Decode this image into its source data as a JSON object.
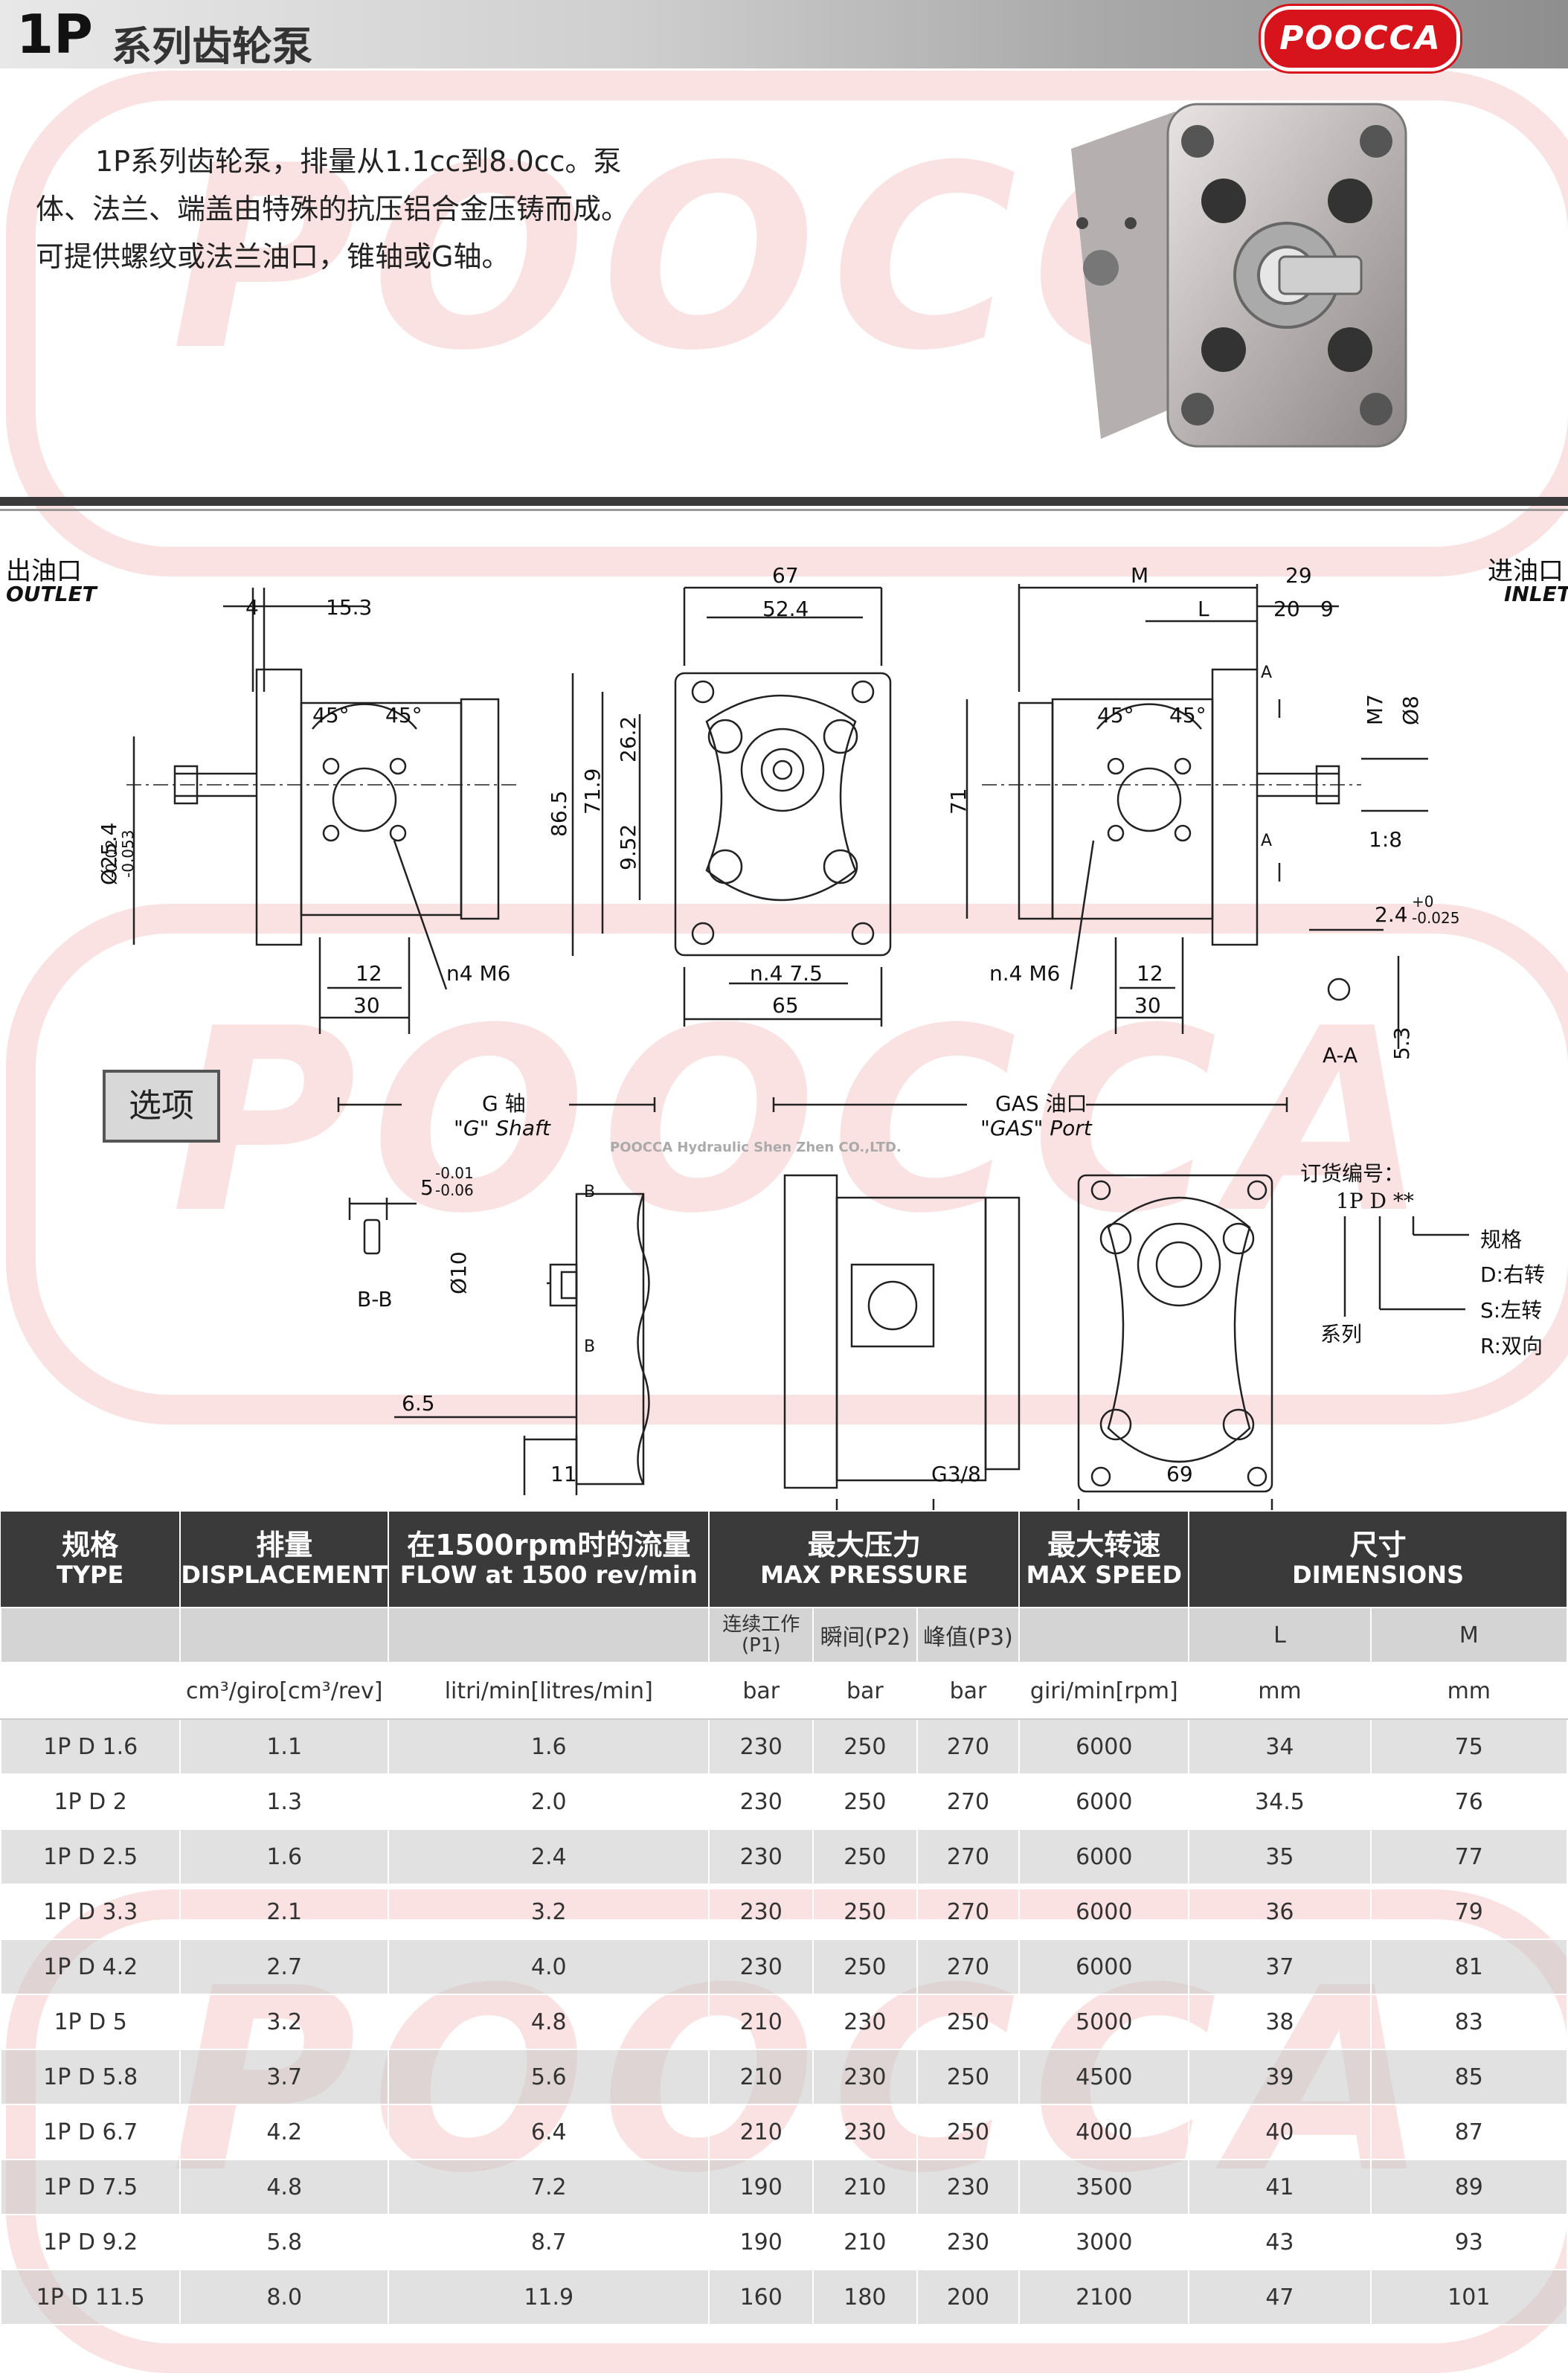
{
  "header": {
    "model": "1P",
    "title": "系列齿轮泵",
    "logo_text": "POOCCA"
  },
  "intro": {
    "lines": [
      "1P系列齿轮泵，排量从1.1cc到8.0cc。泵",
      "体、法兰、端盖由特殊的抗压铝合金压铸而成。",
      "可提供螺纹或法兰油口，锥轴或G轴。"
    ]
  },
  "drawings": {
    "outlet_cn": "出油口",
    "outlet_en": "OUTLET",
    "inlet_cn": "进油口",
    "inlet_en": "INLET",
    "dims": {
      "d4": "4",
      "d15_3": "15.3",
      "d67": "67",
      "d52_4": "52.4",
      "dM": "M",
      "dL": "L",
      "d29": "29",
      "d20": "20",
      "d9": "9",
      "d86_5": "86.5",
      "d71_9": "71.9",
      "d26_2": "26.2",
      "d9_52": "9.52",
      "d71": "71",
      "dM7": "M7",
      "dphi8": "Ø8",
      "d1_8": "1:8",
      "dA": "A",
      "d45": "45°",
      "d25_4": "Ø25.4",
      "tol25_up": "-0.02",
      "tol25_dn": "-0.053",
      "d12": "12",
      "d30": "30",
      "n4m6": "n4  M6",
      "n4_7_5": "n.4  7.5",
      "d65": "65",
      "n4m6b": "n.4  M6",
      "d2_4": "2.4",
      "tol24_up": "+0",
      "tol24_dn": "-0.025",
      "d5_3": "5.3",
      "aa": "A-A"
    },
    "options_label": "选项",
    "g_shaft_cn": "G 轴",
    "g_shaft_en": "\"G\" Shaft",
    "gas_cn": "GAS 油口",
    "gas_en": "\"GAS\" Port",
    "watermark_line": "POOCCA Hydraulic  Shen Zhen  CO.,LTD.",
    "d5": "5",
    "tol5_up": "-0.01",
    "tol5_dn": "-0.06",
    "phi10": "Ø10",
    "bb": "B-B",
    "b": "B",
    "d6_5": "6.5",
    "d11": "11",
    "g3_8": "G3/8",
    "d69": "69",
    "order": {
      "title": "订货编号：",
      "code": "1P  D  **",
      "spec": "规格",
      "right": "D:右转",
      "left": "S:左转",
      "both": "R:双向",
      "series": "系列"
    }
  },
  "table": {
    "headers": [
      {
        "cn": "规格",
        "en": "TYPE"
      },
      {
        "cn": "排量",
        "en": "DISPLACEMENT"
      },
      {
        "cn": "在1500rpm时的流量",
        "en": "FLOW at 1500 rev/min"
      },
      {
        "cn": "最大压力",
        "en": "MAX PRESSURE"
      },
      {
        "cn": "最大转速",
        "en": "MAX SPEED"
      },
      {
        "cn": "尺寸",
        "en": "DIMENSIONS"
      }
    ],
    "sub1": [
      "",
      "",
      "",
      "连续工作(P1)",
      "瞬间(P2)",
      "峰值(P3)",
      "",
      "L",
      "M"
    ],
    "sub2": [
      "",
      "cm³/giro[cm³/rev]",
      "litri/min[litres/min]",
      "bar",
      "bar",
      "bar",
      "giri/min[rpm]",
      "mm",
      "mm"
    ],
    "rows": [
      [
        "1P  D  1.6",
        "1.1",
        "1.6",
        "230",
        "250",
        "270",
        "6000",
        "34",
        "75"
      ],
      [
        "1P  D  2",
        "1.3",
        "2.0",
        "230",
        "250",
        "270",
        "6000",
        "34.5",
        "76"
      ],
      [
        "1P  D  2.5",
        "1.6",
        "2.4",
        "230",
        "250",
        "270",
        "6000",
        "35",
        "77"
      ],
      [
        "1P  D  3.3",
        "2.1",
        "3.2",
        "230",
        "250",
        "270",
        "6000",
        "36",
        "79"
      ],
      [
        "1P  D  4.2",
        "2.7",
        "4.0",
        "230",
        "250",
        "270",
        "6000",
        "37",
        "81"
      ],
      [
        "1P  D  5",
        "3.2",
        "4.8",
        "210",
        "230",
        "250",
        "5000",
        "38",
        "83"
      ],
      [
        "1P  D  5.8",
        "3.7",
        "5.6",
        "210",
        "230",
        "250",
        "4500",
        "39",
        "85"
      ],
      [
        "1P  D  6.7",
        "4.2",
        "6.4",
        "210",
        "230",
        "250",
        "4000",
        "40",
        "87"
      ],
      [
        "1P  D  7.5",
        "4.8",
        "7.2",
        "190",
        "210",
        "230",
        "3500",
        "41",
        "89"
      ],
      [
        "1P  D  9.2",
        "5.8",
        "8.7",
        "190",
        "210",
        "230",
        "3000",
        "43",
        "93"
      ],
      [
        "1P  D  11.5",
        "8.0",
        "11.9",
        "160",
        "180",
        "200",
        "2100",
        "47",
        "101"
      ]
    ]
  }
}
